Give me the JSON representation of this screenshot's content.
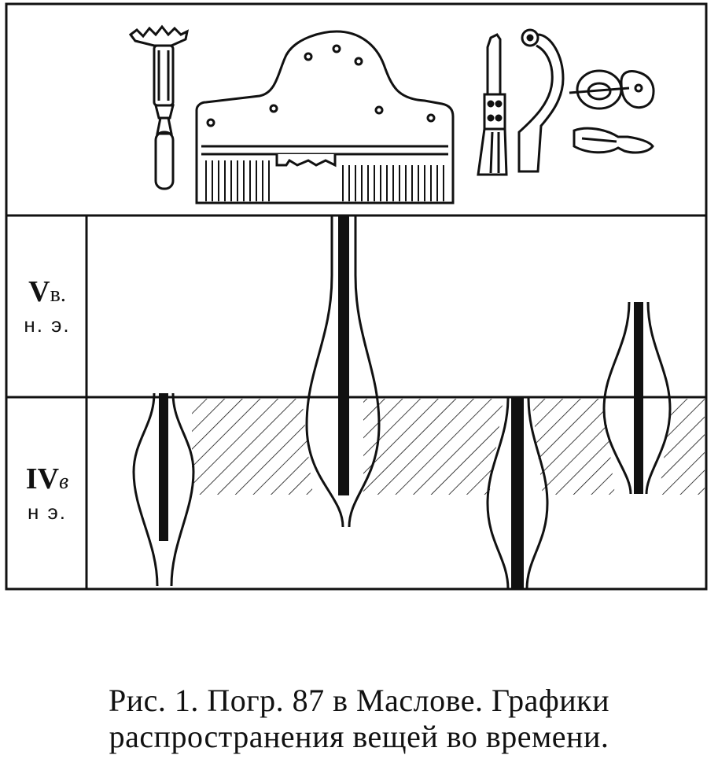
{
  "rows": {
    "century_v": {
      "roman": "V",
      "suffix": "в.",
      "era": "н. э."
    },
    "century_iv": {
      "roman": "IV",
      "suffix": "в",
      "era": "н э."
    }
  },
  "artifacts": [
    "comb-pin-icon",
    "bone-comb-icon",
    "knife-icon",
    "fibula-icon",
    "buckle-icon",
    "clasp-icon"
  ],
  "caption": {
    "line1": "Рис. 1. Погр. 87 в Маслове. Графики",
    "line2": "распространения вещей во времени."
  },
  "colors": {
    "ink": "#111111",
    "paper": "#ffffff"
  }
}
